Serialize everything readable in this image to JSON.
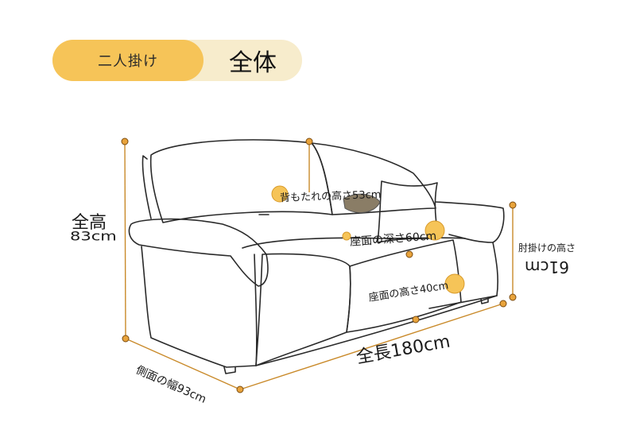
{
  "header": {
    "tag_label": "二人掛け",
    "title": "全体"
  },
  "dimensions": {
    "total_height_label": "全高",
    "total_height_value": "83cm",
    "armrest_height_label": "肘掛けの高さ",
    "armrest_height_value": "61cm",
    "backrest_height": "背もたれの高さ53cm",
    "seat_depth": "座面の深さ60cm",
    "seat_height": "座面の高さ40cm",
    "total_length": "全長180cm",
    "side_width": "側面の幅93cm"
  },
  "colors": {
    "accent": "#f6c458",
    "accent_light": "#f7eccc",
    "dot": "#e8a33b",
    "line": "#2a2a2a"
  }
}
